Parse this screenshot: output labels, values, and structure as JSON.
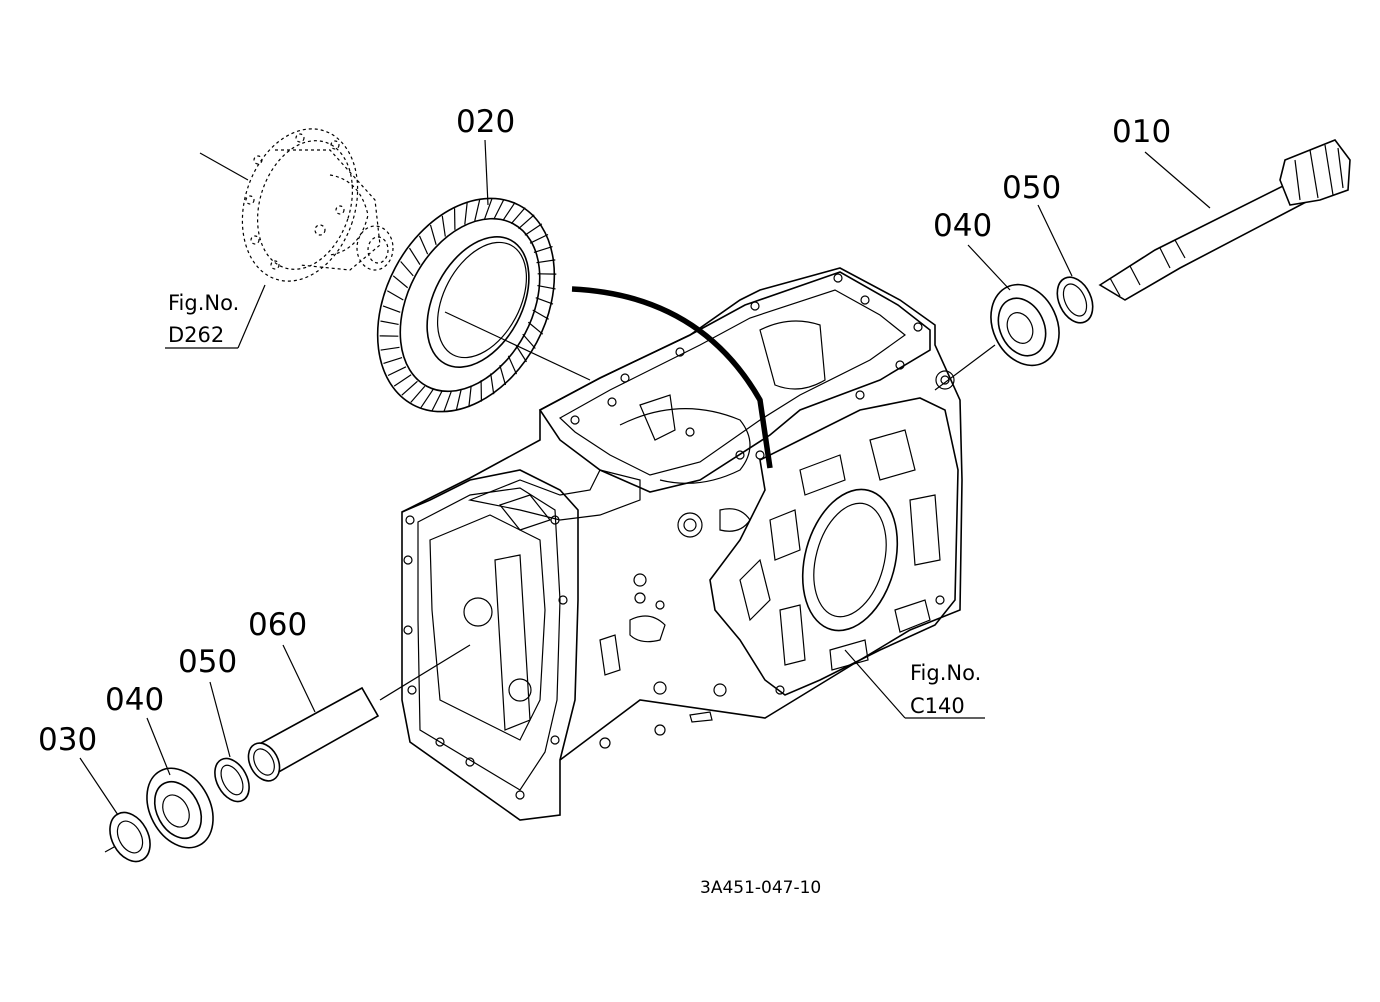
{
  "labels": {
    "part_010": "010",
    "part_020": "020",
    "part_030": "030",
    "part_040_upper": "040",
    "part_040_lower": "040",
    "part_050_upper": "050",
    "part_050_lower": "050",
    "part_060": "060"
  },
  "references": {
    "differential_fig": "Fig.No.",
    "differential_code": "D262",
    "case_fig": "Fig.No.",
    "case_code": "C140"
  },
  "drawing_code": "3A451-047-10"
}
